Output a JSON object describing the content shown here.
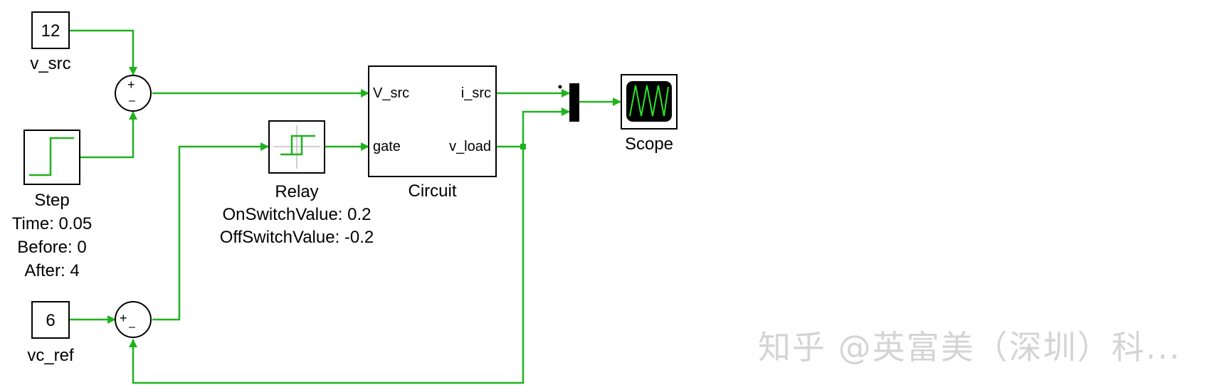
{
  "blocks": {
    "v_src": {
      "value": "12",
      "label": "v_src"
    },
    "step": {
      "label": "Step",
      "params": [
        "Time: 0.05",
        "Before: 0",
        "After: 4"
      ]
    },
    "vc_ref": {
      "value": "6",
      "label": "vc_ref"
    },
    "sum_top": {
      "plus": "+",
      "minus": "–"
    },
    "sum_bottom": {
      "plus": "+",
      "minus": "–"
    },
    "relay": {
      "label": "Relay",
      "params": [
        "OnSwitchValue: 0.2",
        "OffSwitchValue: -0.2"
      ]
    },
    "circuit": {
      "label": "Circuit",
      "in1": "V_src",
      "in2": "gate",
      "out1": "i_src",
      "out2": "v_load"
    },
    "scope": {
      "label": "Scope"
    }
  },
  "watermark": "知乎 @英富美（深圳）科...",
  "colors": {
    "signal": "#1fb21f",
    "block_border": "#000000",
    "scope_bg": "#000000",
    "scope_trace": "#27e627"
  }
}
